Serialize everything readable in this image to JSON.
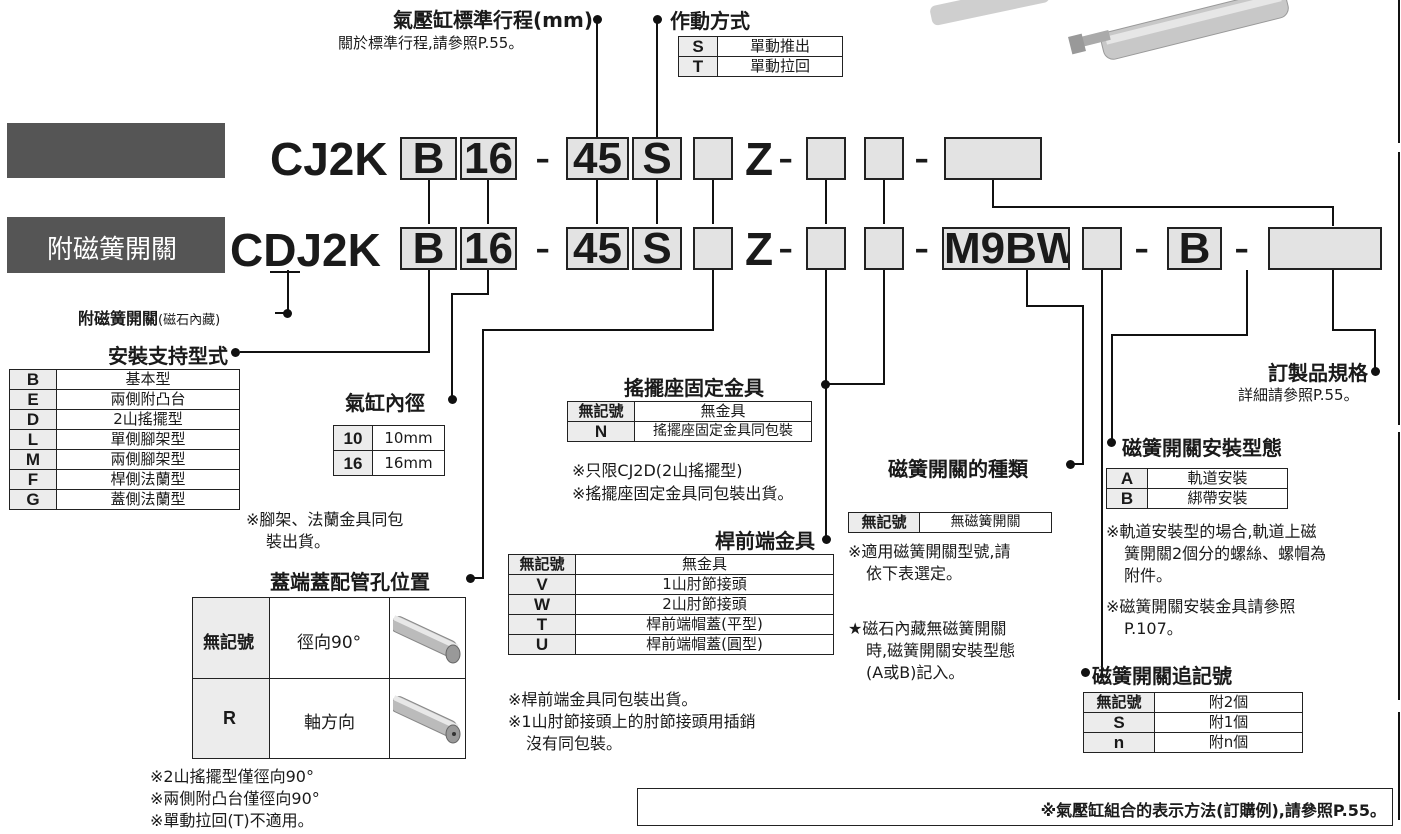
{
  "product": {
    "model_top": "CJ2K",
    "model_bottom": "CDJ2K",
    "label_magnet": "附磁簧開關",
    "boxes": {
      "mount": "B",
      "bore": "16",
      "dash": "-",
      "stroke": "45",
      "action": "S",
      "z": "Z",
      "switch": "M9BW",
      "band": "B"
    }
  },
  "stroke_header": {
    "title": "氣壓缸標準行程(mm)",
    "note": "關於標準行程,請參照P.55。"
  },
  "action_type": {
    "title": "作動方式",
    "rows": [
      {
        "code": "S",
        "desc": "單動推出"
      },
      {
        "code": "T",
        "desc": "單動拉回"
      }
    ]
  },
  "magnet_note": {
    "title": "附磁簧開關",
    "suffix": "(磁石內藏)"
  },
  "mount_type": {
    "title": "安裝支持型式",
    "rows": [
      {
        "code": "B",
        "desc": "基本型"
      },
      {
        "code": "E",
        "desc": "兩側附凸台"
      },
      {
        "code": "D",
        "desc": "2山搖擺型"
      },
      {
        "code": "L",
        "desc": "單側腳架型"
      },
      {
        "code": "M",
        "desc": "兩側腳架型"
      },
      {
        "code": "F",
        "desc": "桿側法蘭型"
      },
      {
        "code": "G",
        "desc": "蓋側法蘭型"
      }
    ],
    "note_line1": "※腳架、法蘭金具同包",
    "note_line2": "裝出貨。"
  },
  "bore": {
    "title": "氣缸內徑",
    "rows": [
      {
        "code": "10",
        "desc": "10mm"
      },
      {
        "code": "16",
        "desc": "16mm"
      }
    ]
  },
  "pivot_bracket": {
    "title": "搖擺座固定金具",
    "rows": [
      {
        "code": "無記號",
        "desc": "無金具"
      },
      {
        "code": "N",
        "desc": "搖擺座固定金具同包裝"
      }
    ],
    "notes": [
      "※只限CJ2D(2山搖擺型)",
      "※搖擺座固定金具同包裝出貨。"
    ]
  },
  "rod_end": {
    "title": "桿前端金具",
    "rows": [
      {
        "code": "無記號",
        "desc": "無金具"
      },
      {
        "code": "V",
        "desc": "1山肘節接頭"
      },
      {
        "code": "W",
        "desc": "2山肘節接頭"
      },
      {
        "code": "T",
        "desc": "桿前端帽蓋(平型)"
      },
      {
        "code": "U",
        "desc": "桿前端帽蓋(圓型)"
      }
    ],
    "notes": [
      "※桿前端金具同包裝出貨。",
      "※1山肘節接頭上的肘節接頭用插銷",
      "沒有同包裝。"
    ]
  },
  "port": {
    "title": "蓋端蓋配管孔位置",
    "rows": [
      {
        "code": "無記號",
        "desc": "徑向90°"
      },
      {
        "code": "R",
        "desc": "軸方向"
      }
    ],
    "notes": [
      "※2山搖擺型僅徑向90°",
      "※兩側附凸台僅徑向90°",
      "※單動拉回(T)不適用。"
    ]
  },
  "switch_type": {
    "title": "磁簧開關的種類",
    "rows": [
      {
        "code": "無記號",
        "desc": "無磁簧開關"
      }
    ],
    "note1": [
      "※適用磁簧開關型號,請",
      "依下表選定。"
    ],
    "note2": [
      "★磁石內藏無磁簧開關",
      "時,磁簧開關安裝型態",
      "(A或B)記入。"
    ]
  },
  "switch_mount": {
    "title": "磁簧開關安裝型態",
    "rows": [
      {
        "code": "A",
        "desc": "軌道安裝"
      },
      {
        "code": "B",
        "desc": "綁帶安裝"
      }
    ],
    "notes": [
      "※軌道安裝型的場合,軌道上磁",
      "簧開關2個分的螺絲、螺帽為",
      "附件。",
      "※磁簧開關安裝金具請參照",
      "P.107。"
    ]
  },
  "made_to_order": {
    "title": "訂製品規格",
    "note": "詳細請參照P.55。"
  },
  "switch_count": {
    "title": "磁簧開關追記號",
    "rows": [
      {
        "code": "無記號",
        "desc": "附2個"
      },
      {
        "code": "S",
        "desc": "附1個"
      },
      {
        "code": "n",
        "desc": "附n個"
      }
    ]
  },
  "footer": {
    "text": "※氣壓缸組合的表示方法(訂購例),請參照P.55。"
  }
}
